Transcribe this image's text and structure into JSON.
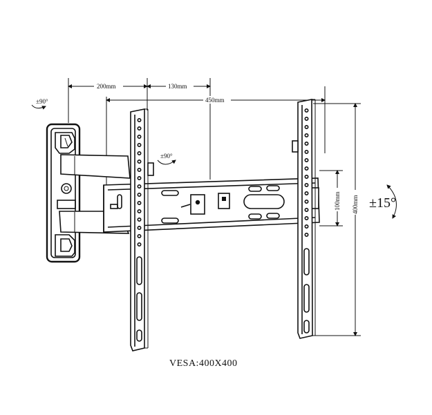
{
  "dimensions": {
    "arm_length": "200mm",
    "arm_offset": "130mm",
    "plate_width": "450mm",
    "plate_height": "400mm",
    "rail_height": "100mm"
  },
  "rotations": {
    "wall_swivel": "±90°",
    "arm_swivel": "±90°",
    "tilt": "±15°"
  },
  "caption": "VESA:400X400"
}
